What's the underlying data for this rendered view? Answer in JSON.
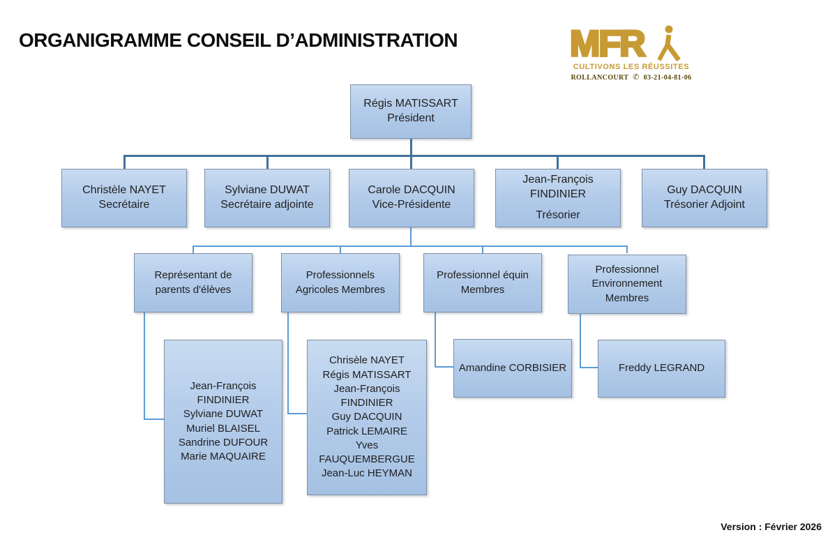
{
  "title": "ORGANIGRAMME CONSEIL D’ADMINISTRATION",
  "logo": {
    "acronym": "MFR",
    "tagline": "CULTIVONS LES RÉUSSITES",
    "location": "ROLLANCOURT",
    "phone": "03-21-04-81-06",
    "gold": "#C79A33",
    "dark_gold": "#5C4708"
  },
  "version": "Version : Février 2026",
  "colors": {
    "box_fill_top": "#C8DBF1",
    "box_fill_bottom": "#A5C1E3",
    "box_border": "#7E90A5",
    "connector_level1": "#41719C",
    "connector_level2": "#5B9BD5",
    "text": "#202020"
  },
  "chart": {
    "president": {
      "name": "Régis MATISSART",
      "role": "Président"
    },
    "level2": [
      {
        "name": "Christèle NAYET",
        "role": "Secrétaire"
      },
      {
        "name": "Sylviane DUWAT",
        "role": "Secrétaire adjointe"
      },
      {
        "name": "Carole DACQUIN",
        "role": "Vice-Présidente"
      },
      {
        "name": "Jean-François FINDINIER",
        "role": "Trésorier"
      },
      {
        "name": "Guy DACQUIN",
        "role": "Trésorier Adjoint"
      }
    ],
    "categories": [
      {
        "label": "Représentant de parents d'élèves",
        "members": [
          "Jean-François FINDINIER",
          "Sylviane DUWAT",
          "Muriel BLAISEL",
          "Sandrine DUFOUR",
          "Marie MAQUAIRE"
        ]
      },
      {
        "label": "Professionnels Agricoles Membres",
        "members": [
          "Chrisèle NAYET",
          "Régis MATISSART",
          "Jean-François FINDINIER",
          "Guy DACQUIN",
          "Patrick LEMAIRE",
          "Yves FAUQUEMBERGUE",
          "Jean-Luc HEYMAN"
        ]
      },
      {
        "label": "Professionnel équin Membres",
        "members": [
          "Amandine CORBISIER"
        ]
      },
      {
        "label": "Professionnel Environnement Membres",
        "members": [
          "Freddy LEGRAND"
        ]
      }
    ]
  }
}
